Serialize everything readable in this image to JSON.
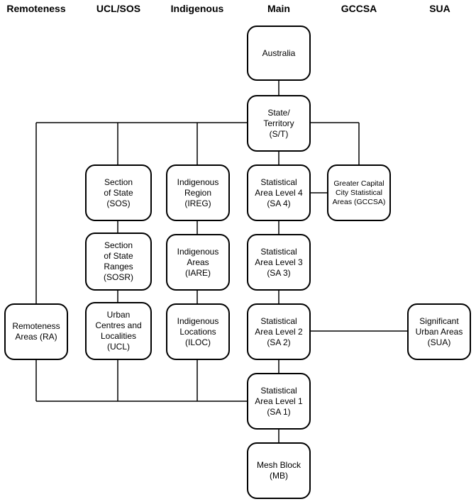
{
  "headers": {
    "remoteness": "Remoteness",
    "ucl_sos": "UCL/SOS",
    "indigenous": "Indigenous",
    "main": "Main",
    "gccsa": "GCCSA",
    "sua": "SUA"
  },
  "nodes": {
    "australia": [
      "Australia"
    ],
    "state": [
      "State/",
      "Territory",
      "(S/T)"
    ],
    "sa4": [
      "Statistical",
      "Area Level 4",
      "(SA 4)"
    ],
    "sa3": [
      "Statistical",
      "Area Level 3",
      "(SA 3)"
    ],
    "sa2": [
      "Statistical",
      "Area Level 2",
      "(SA 2)"
    ],
    "sa1": [
      "Statistical",
      "Area Level 1",
      "(SA 1)"
    ],
    "mb": [
      "Mesh Block",
      "(MB)"
    ],
    "gccsa": [
      "Greater Capital",
      "City Statistical",
      "Areas (GCCSA)"
    ],
    "sua": [
      "Significant",
      "Urban Areas",
      "(SUA)"
    ],
    "sos": [
      "Section",
      "of State",
      "(SOS)"
    ],
    "sosr": [
      "Section",
      "of State",
      "Ranges",
      "(SOSR)"
    ],
    "ucl": [
      "Urban",
      "Centres and",
      "Localities",
      "(UCL)"
    ],
    "ireg": [
      "Indigenous",
      "Region",
      "(IREG)"
    ],
    "iare": [
      "Indigenous",
      "Areas",
      "(IARE)"
    ],
    "iloc": [
      "Indigenous",
      "Locations",
      "(ILOC)"
    ],
    "ra": [
      "Remoteness",
      "Areas (RA)"
    ]
  }
}
